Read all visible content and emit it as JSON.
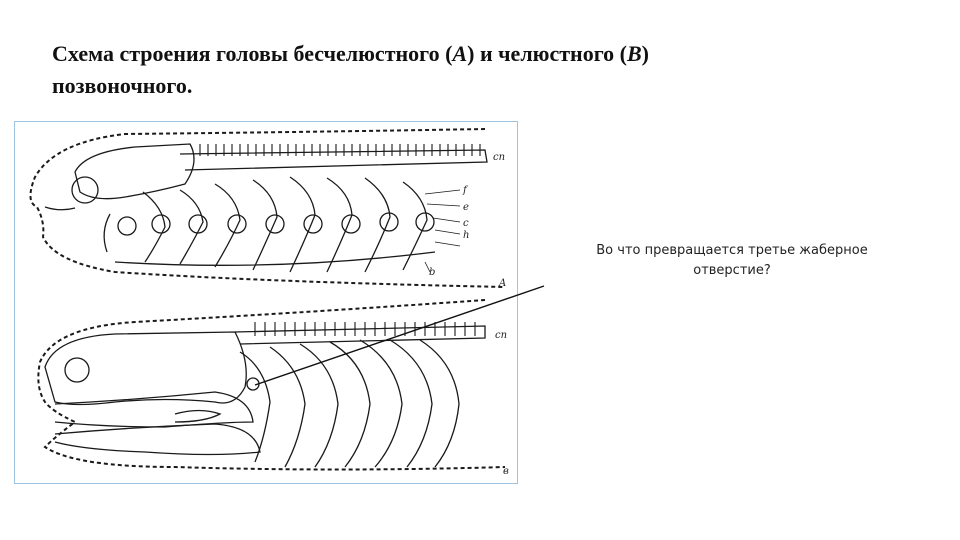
{
  "title": {
    "part1": "Схема строения головы бесчелюстного (",
    "a_letter": "A",
    "part2": ") и челюстного (",
    "b_letter": "B",
    "part3": ")",
    "part4": "позвоночного."
  },
  "question": "Во что превращается третье жаберное отверстие?",
  "figure": {
    "labels_a": [
      "сп",
      "f",
      "e",
      "c",
      "h",
      "b",
      "A"
    ],
    "labels_b": [
      "сп",
      "в"
    ]
  },
  "colors": {
    "frame": "#9ec3e0",
    "ink": "#1a1a1a"
  }
}
